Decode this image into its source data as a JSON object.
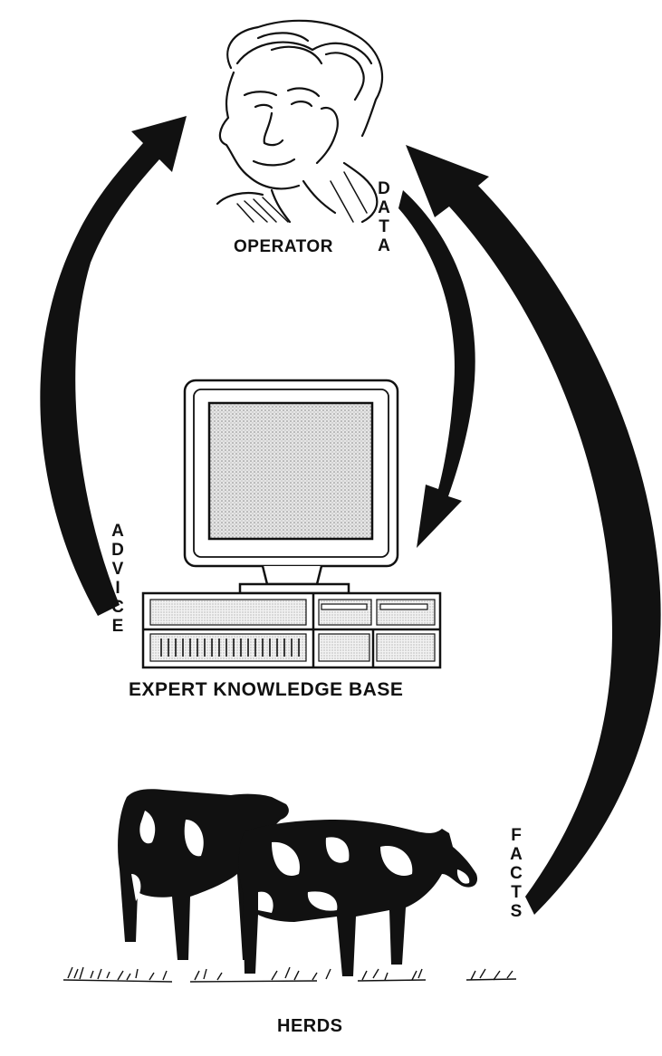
{
  "nodes": {
    "operator": "OPERATOR",
    "expert_knowledge_base": "EXPERT KNOWLEDGE BASE",
    "herds": "HERDS"
  },
  "flows": {
    "data": "DATA",
    "advice": "ADVICE",
    "facts": "FACTS"
  },
  "icons": [
    "operator-portrait-icon",
    "computer-icon",
    "cows-icon"
  ],
  "colors": {
    "ink": "#111111",
    "screen": "#cfcfcf",
    "background": "#ffffff"
  }
}
